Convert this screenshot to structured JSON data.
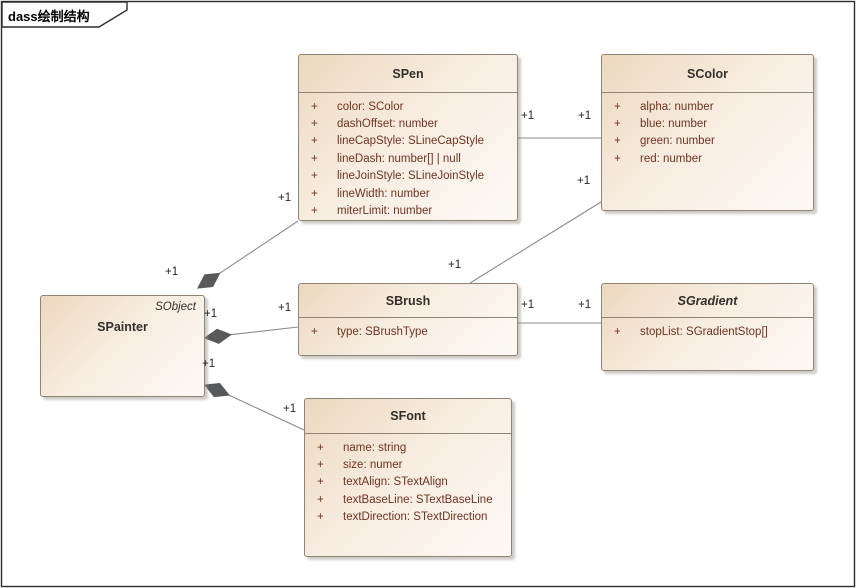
{
  "frame": {
    "label": "dass绘制结构"
  },
  "colors": {
    "node_fill_dark": "#ecd8bf",
    "node_fill_light": "#fdfaf6",
    "node_border": "#8e8576",
    "attribute_text": "#6f3322",
    "title_text": "#332f2a",
    "connector_line": "#8b8b8b",
    "composition_diamond": "#58595b",
    "shadow": "#948c80"
  },
  "classes": {
    "spainter": {
      "name": "SPainter",
      "stereotype": "SObject",
      "attributes": []
    },
    "spen": {
      "name": "SPen",
      "attributes": [
        {
          "vis": "+",
          "text": "color: SColor"
        },
        {
          "vis": "+",
          "text": "dashOffset: number"
        },
        {
          "vis": "+",
          "text": "lineCapStyle: SLineCapStyle"
        },
        {
          "vis": "+",
          "text": "lineDash: number[] | null"
        },
        {
          "vis": "+",
          "text": "lineJoinStyle: SLineJoinStyle"
        },
        {
          "vis": "+",
          "text": "lineWidth: number"
        },
        {
          "vis": "+",
          "text": "miterLimit: number"
        }
      ]
    },
    "scolor": {
      "name": "SColor",
      "attributes": [
        {
          "vis": "+",
          "text": "alpha: number"
        },
        {
          "vis": "+",
          "text": "blue: number"
        },
        {
          "vis": "+",
          "text": "green: number"
        },
        {
          "vis": "+",
          "text": "red: number"
        }
      ]
    },
    "sbrush": {
      "name": "SBrush",
      "attributes": [
        {
          "vis": "+",
          "text": "type: SBrushType"
        }
      ]
    },
    "sgradient": {
      "name": "SGradient",
      "abstract": true,
      "attributes": [
        {
          "vis": "+",
          "text": "stopList: SGradientStop[]"
        }
      ]
    },
    "sfont": {
      "name": "SFont",
      "attributes": [
        {
          "vis": "+",
          "text": "name: string"
        },
        {
          "vis": "+",
          "text": "size: numer"
        },
        {
          "vis": "+",
          "text": "textAlign: STextAlign"
        },
        {
          "vis": "+",
          "text": "textBaseLine: STextBaseLine"
        },
        {
          "vis": "+",
          "text": "textDirection: STextDirection"
        }
      ]
    }
  },
  "connectors": [
    {
      "type": "composition",
      "from": "SPainter",
      "to": "SPen",
      "source_label": "+1",
      "target_label": "+1"
    },
    {
      "type": "composition",
      "from": "SPainter",
      "to": "SBrush",
      "source_label": "+1",
      "target_label": "+1"
    },
    {
      "type": "composition",
      "from": "SPainter",
      "to": "SFont",
      "source_label": "+1",
      "target_label": "+1"
    },
    {
      "type": "association",
      "from": "SPen",
      "to": "SColor",
      "source_label": "+1",
      "target_label": "+1"
    },
    {
      "type": "association",
      "from": "SBrush",
      "to": "SColor",
      "source_label": "+1",
      "target_label": "+1"
    },
    {
      "type": "association",
      "from": "SBrush",
      "to": "SGradient",
      "source_label": "+1",
      "target_label": "+1"
    }
  ]
}
